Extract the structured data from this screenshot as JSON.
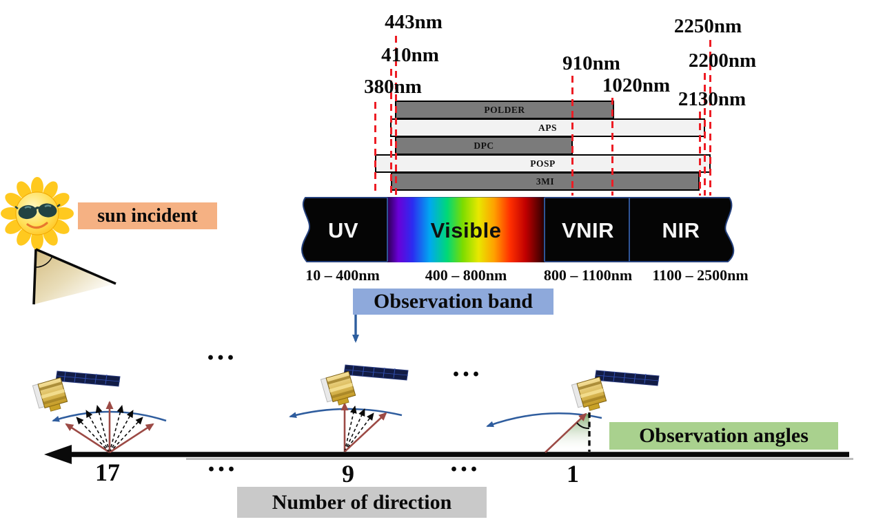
{
  "wavelength_markers": [
    "443nm",
    "410nm",
    "380nm",
    "910nm",
    "1020nm",
    "2250nm",
    "2200nm",
    "2130nm"
  ],
  "instruments": [
    {
      "name": "POLDER"
    },
    {
      "name": "APS"
    },
    {
      "name": "DPC"
    },
    {
      "name": "POSP"
    },
    {
      "name": "3MI"
    }
  ],
  "spectrum": {
    "bands": [
      {
        "label": "UV",
        "range": "10 – 400nm"
      },
      {
        "label": "Visible",
        "range": "400 – 800nm"
      },
      {
        "label": "VNIR",
        "range": "800 – 1100nm"
      },
      {
        "label": "NIR",
        "range": "1100 – 2500nm"
      }
    ]
  },
  "labels": {
    "sun_incident": "sun incident",
    "observation_band": "Observation band",
    "observation_angles": "Observation angles",
    "number_of_direction": "Number of direction"
  },
  "direction_numbers": [
    "17",
    "9",
    "1"
  ],
  "ellipsis": "...",
  "icons": [
    "sun-icon",
    "satellite-icon"
  ],
  "colors": {
    "sun_label_bg": "#F5B183",
    "observation_band_bg": "#8EA9DB",
    "observation_angles_bg": "#A9D18E",
    "number_of_direction_bg": "#C9C9C9",
    "dashed_marker_line": "#ED1C24",
    "maroon_arrow": "#9C4A45",
    "blue_arc": "#2F5D9E",
    "instrument_bar_dark": "#7B7B7B",
    "instrument_bar_light": "#F2F2F2"
  }
}
